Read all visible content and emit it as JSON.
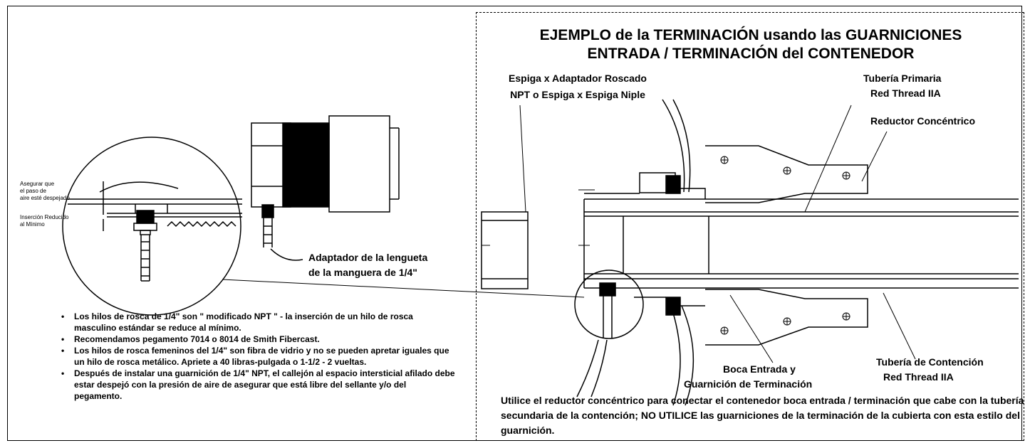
{
  "title": {
    "line1": "EJEMPLO de la TERMINACIÓN usando las GUARNICIONES",
    "line2": "ENTRADA / TERMINACIÓN del CONTENEDOR"
  },
  "labels": {
    "espiga_1": "Espiga x Adaptador Roscado",
    "espiga_2": "NPT o Espiga x Espiga Niple",
    "tuberia_primaria_1": "Tubería Primaria",
    "tuberia_primaria_2": "Red Thread IIA",
    "reductor": "Reductor Concéntrico",
    "adaptador_1": "Adaptador de la lengueta",
    "adaptador_2": "de la manguera de 1/4\"",
    "contencion_1": "Tubería de Contención",
    "contencion_2": "Red Thread IIA",
    "boca_1": "Boca Entrada y",
    "boca_2": "Guarnición de Terminación",
    "asegurar_1": "Asegurar que",
    "asegurar_2": "el paso de",
    "asegurar_3": "aire esté despejado",
    "insercion_1": "Inserción Reducido",
    "insercion_2": "al Mínimo"
  },
  "notes": [
    "Los hilos de rosca de 1/4\" son \" modificado NPT \" - la inserción de un hilo de rosca masculino estándar se reduce al mínimo.",
    "Recomendamos pegamento 7014 o 8014 de Smith Fibercast.",
    "Los hilos de rosca femeninos del 1/4\" son fibra de vidrio y no se pueden apretar iguales que un hilo de rosca metálico. Apriete a 40 libras-pulgada o 1-1/2 - 2 vueltas.",
    "Después de instalar una guarnición de 1/4\" NPT, el callejón al espacio intersticial afilado debe estar despejó con la presión de aire de asegurar que está libre del sellante y/o del pegamento."
  ],
  "utilice": "Utilice el reductor concéntrico para conectar el contenedor boca entrada / terminación que cabe con la tubería secundaria de la contención; NO UTILICE las guarniciones de la terminación de la cubierta con esta estilo del guarnición."
}
